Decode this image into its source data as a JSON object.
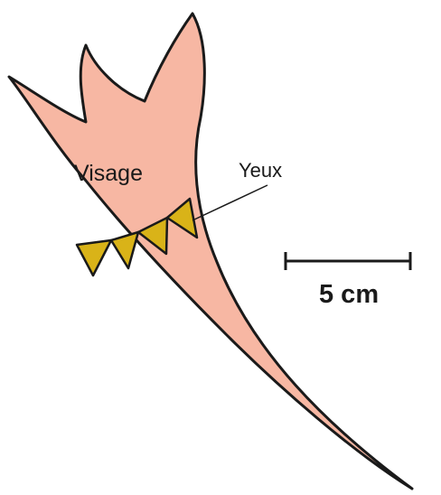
{
  "labels": {
    "face": "Visage",
    "eyes": "Yeux"
  },
  "scale_bar": {
    "text": "5 cm"
  },
  "colors": {
    "body_fill": "#F7B7A3",
    "eye_fill": "#D9B318",
    "outline": "#1a1a1a"
  }
}
